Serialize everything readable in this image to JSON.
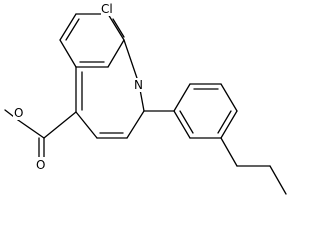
{
  "molecule": {
    "atoms": {
      "chlorine": "Cl",
      "nitrogen": "N",
      "carbonyl_oxygen": "O",
      "ester_oxygen": "O"
    }
  }
}
